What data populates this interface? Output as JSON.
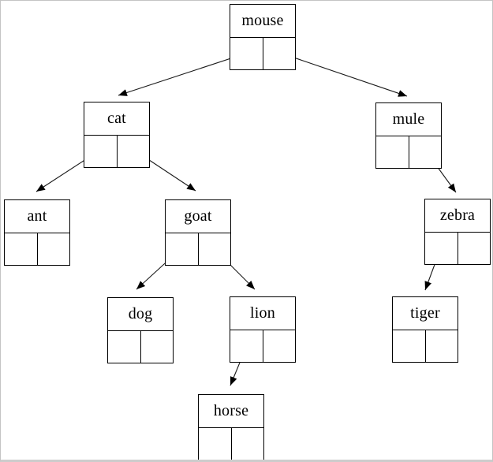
{
  "canvas": {
    "background_color": "#ffffff",
    "frame_border_color": "#c4c4c4",
    "line_color": "#000000",
    "text_color": "#000000"
  },
  "diagram": {
    "type": "binary-tree",
    "node_style": "label-over-two-pointer-cells",
    "nodes": [
      {
        "id": "mouse",
        "label": "mouse"
      },
      {
        "id": "cat",
        "label": "cat"
      },
      {
        "id": "mule",
        "label": "mule"
      },
      {
        "id": "ant",
        "label": "ant"
      },
      {
        "id": "goat",
        "label": "goat"
      },
      {
        "id": "zebra",
        "label": "zebra"
      },
      {
        "id": "dog",
        "label": "dog"
      },
      {
        "id": "lion",
        "label": "lion"
      },
      {
        "id": "tiger",
        "label": "tiger"
      },
      {
        "id": "horse",
        "label": "horse"
      }
    ],
    "edges": [
      {
        "from": "mouse",
        "pointer": "left",
        "to": "cat"
      },
      {
        "from": "mouse",
        "pointer": "right",
        "to": "mule"
      },
      {
        "from": "cat",
        "pointer": "left",
        "to": "ant"
      },
      {
        "from": "cat",
        "pointer": "right",
        "to": "goat"
      },
      {
        "from": "goat",
        "pointer": "left",
        "to": "dog"
      },
      {
        "from": "goat",
        "pointer": "right",
        "to": "lion"
      },
      {
        "from": "lion",
        "pointer": "left",
        "to": "horse"
      },
      {
        "from": "mule",
        "pointer": "right",
        "to": "zebra"
      },
      {
        "from": "zebra",
        "pointer": "left",
        "to": "tiger"
      }
    ]
  }
}
